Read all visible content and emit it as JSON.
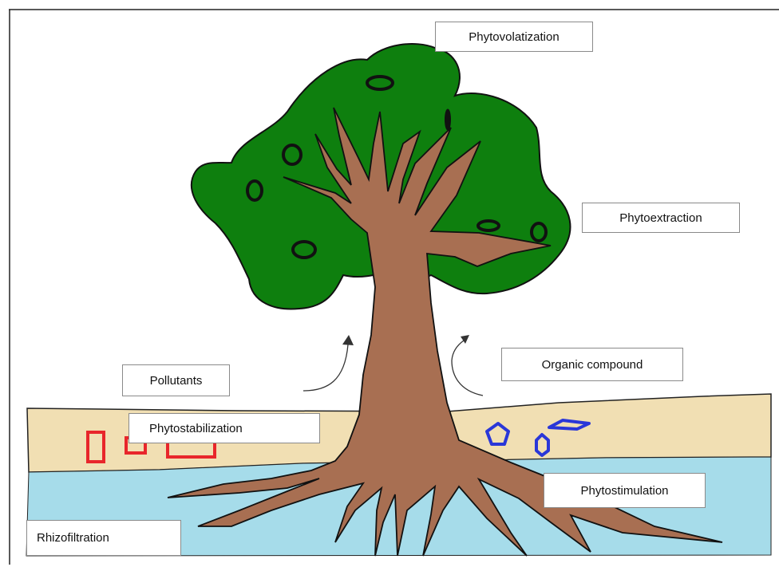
{
  "labels": {
    "phytovolatization": "Phytovolatization",
    "phytoextraction": "Phytoextraction",
    "organic_compound": "Organic compound",
    "pollutants": "Pollutants",
    "phytostabilization": "Phytostabilization",
    "phytostimulation": "Phytostimulation",
    "rhizofiltration": "Rhizofiltration"
  },
  "colors": {
    "canopy": "#0e7f0e",
    "trunk": "#a86f52",
    "soil": "#f1dfb3",
    "water": "#a6dcea",
    "pollutant_inorganic": "#e8262b",
    "pollutant_organic": "#2a37d8",
    "arrow": "#333333"
  }
}
